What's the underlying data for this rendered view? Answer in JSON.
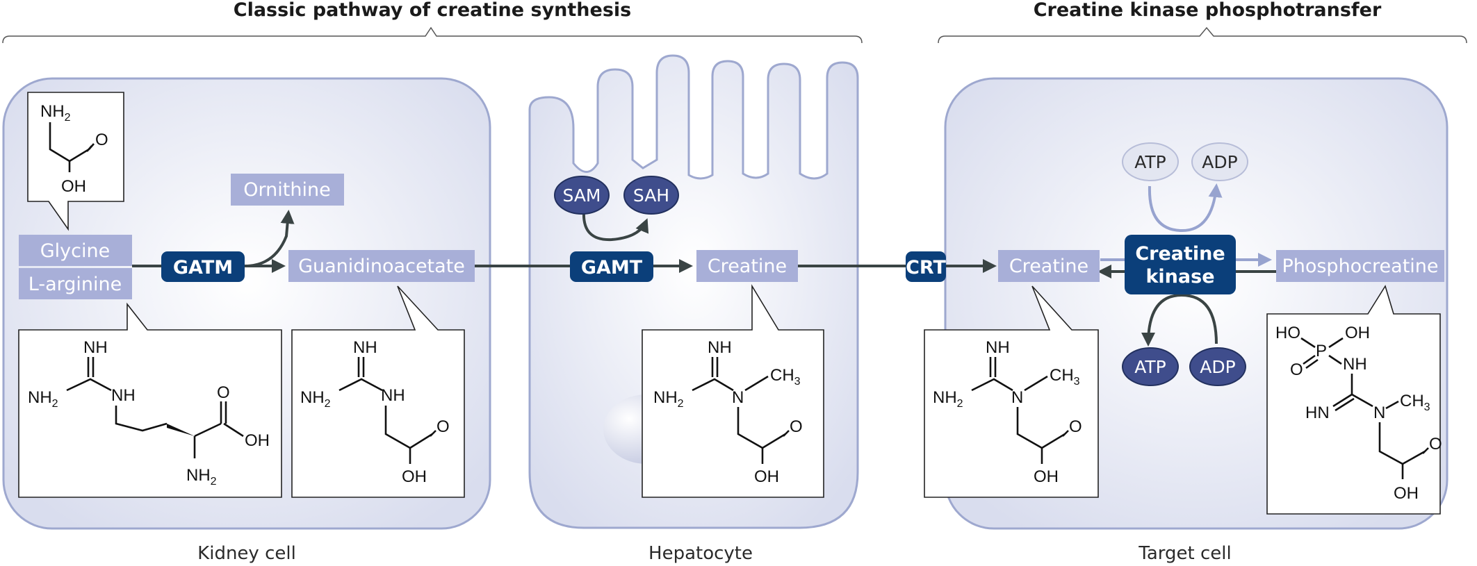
{
  "headings": {
    "classic": "Classic pathway of creatine synthesis",
    "ck": "Creatine kinase phosphotransfer"
  },
  "captions": {
    "kidney": "Kidney cell",
    "hepatocyte": "Hepatocyte",
    "target": "Target cell"
  },
  "molecules": {
    "glycine": "Glycine",
    "arginine": "L-arginine",
    "ornithine": "Ornithine",
    "guanidinoacetate": "Guanidinoacetate",
    "creatine": "Creatine",
    "creatine_target": "Creatine",
    "phosphocreatine": "Phosphocreatine"
  },
  "enzymes": {
    "gatm": "GATM",
    "gamt": "GAMT",
    "crt": "CRT",
    "ck_line1": "Creatine",
    "ck_line2": "kinase"
  },
  "cofactors": {
    "sam": "SAM",
    "sah": "SAH",
    "atp_top": "ATP",
    "adp_top": "ADP",
    "atp_bottom": "ATP",
    "adp_bottom": "ADP"
  },
  "atoms": {
    "nh2": "NH",
    "nh": "NH",
    "o": "O",
    "oh": "OH",
    "n": "N",
    "ch3": "CH",
    "ho": "HO",
    "p": "P",
    "hn": "HN",
    "sub2": "2",
    "sub3": "3"
  },
  "colors": {
    "cell_fill": "#e6e8f4",
    "cell_stroke": "#9ea8cf",
    "molecule_box": "#a8afd8",
    "enzyme_box": "#0b3f7a",
    "arrow": "#3a4444",
    "arrow_light": "#97a3cf",
    "oval_dark": "#3f4d8c",
    "oval_light": "#e3e6f1"
  }
}
